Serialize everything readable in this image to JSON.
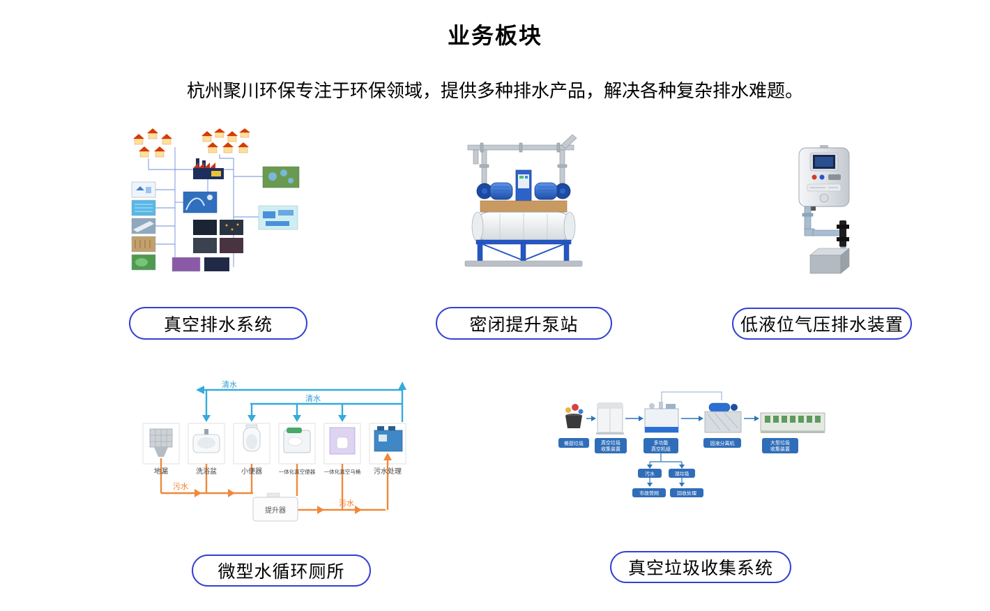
{
  "page": {
    "title": "业务板块",
    "subtitle": "杭州聚川环保专注于环保领域，提供多种排水产品，解决各种复杂排水难题。"
  },
  "colors": {
    "button_border": "#3340d4",
    "clean_water": "#35aadc",
    "sewage": "#f0883a",
    "flow_node": "#2f6db8"
  },
  "products": [
    {
      "label": "真空排水系统"
    },
    {
      "label": "密闭提升泵站"
    },
    {
      "label": "低液位气压排水装置"
    },
    {
      "label": "微型水循环厕所"
    },
    {
      "label": "真空垃圾收集系统"
    }
  ],
  "toilet_diagram": {
    "clean_label_1": "清水",
    "clean_label_2": "清水",
    "sewage_label_1": "污水",
    "sewage_label_2": "污水",
    "fixture_1": "地漏",
    "fixture_2": "洗浴盆",
    "fixture_3": "小便器",
    "fixture_4": "一体化真空便器",
    "fixture_5": "一体化真空马桶",
    "fixture_6": "污水处理",
    "lifter": "提升器"
  },
  "garbage_diagram": {
    "node_1": "餐厨垃圾",
    "node_2_line1": "真空垃圾",
    "node_2_line2": "收集装置",
    "node_3_line1": "多功能",
    "node_3_line2": "真空机组",
    "node_4": "固液分离机",
    "node_5_line1": "大型垃圾",
    "node_5_line2": "收集装置",
    "sub_1": "污水",
    "sub_2": "湿垃圾",
    "sub_3": "市政管网",
    "sub_4": "回收处理"
  }
}
